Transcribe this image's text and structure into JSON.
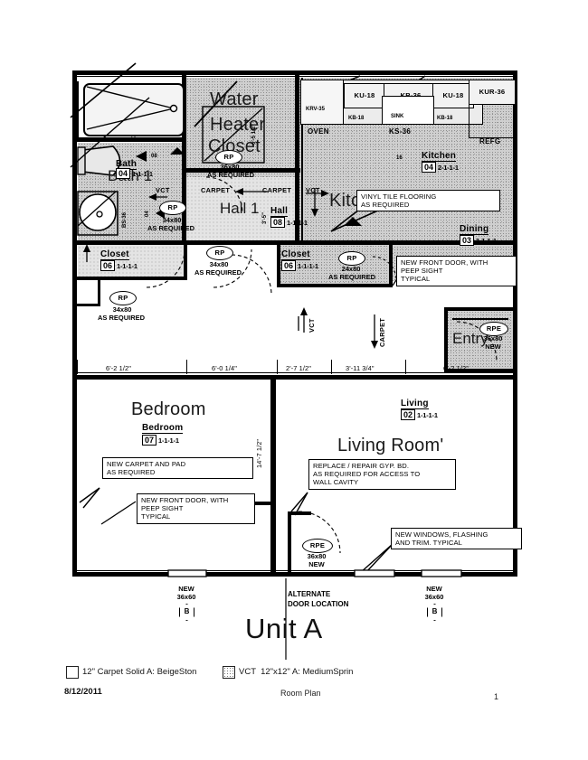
{
  "document": {
    "unit_title": "Unit A",
    "sheet_label": "Room Plan",
    "date": "8/12/2011",
    "page_number": "1"
  },
  "legend": {
    "items": [
      {
        "swatch": "carpet-swatch",
        "label": "12\" Carpet Solid A: BeigeSton"
      },
      {
        "swatch": "vct-swatch",
        "label": "VCT  12\"x12\" A: MediumSprin"
      }
    ]
  },
  "rooms": [
    {
      "name": "Water Heater Closet",
      "display": "Water\nHeater\nCloset"
    },
    {
      "name": "Bath",
      "display": "Bath 1"
    },
    {
      "name": "Hall",
      "display": "Hall 1"
    },
    {
      "name": "Kitchen and Dining",
      "display": "Kitchen & Dining"
    },
    {
      "name": "Bedroom",
      "display": "Bedroom"
    },
    {
      "name": "Living Room",
      "display": "Living Room'"
    },
    {
      "name": "Entry",
      "display": "Entry"
    }
  ],
  "room_tags": [
    {
      "name": "Bath",
      "number": "04",
      "code": "1-1-1-1"
    },
    {
      "name": "Hall",
      "number": "08",
      "code": "1-1-1-1"
    },
    {
      "name": "Kitchen",
      "number": "04",
      "code": "2-1-1-1"
    },
    {
      "name": "Dining",
      "number": "03",
      "code": "1-1-1-1"
    },
    {
      "name": "Closet",
      "number": "06",
      "code": "1-1-1-1"
    },
    {
      "name": "Closet",
      "number": "06",
      "code": "1-1-1-1"
    },
    {
      "name": "Bedroom",
      "number": "07",
      "code": "1-1-1-1"
    },
    {
      "name": "Living",
      "number": "02",
      "code": "1-1-1-1"
    }
  ],
  "notes": [
    {
      "id": "vinyl-tile",
      "text": "VINYL TILE FLOORING\nAS REQUIRED"
    },
    {
      "id": "front-door-kitchen",
      "text": "NEW FRONT DOOR, WITH\nPEEP SIGHT\nTYPICAL"
    },
    {
      "id": "new-carpet",
      "text": "NEW CARPET AND PAD\nAS REQUIRED"
    },
    {
      "id": "front-door-bedroom",
      "text": "NEW FRONT DOOR, WITH\nPEEP SIGHT\nTYPICAL"
    },
    {
      "id": "gyp-board",
      "text": "REPLACE / REPAIR GYP. BD.\nAS REQUIRED FOR ACCESS TO\nWALL CAVITY"
    },
    {
      "id": "new-windows",
      "text": "NEW WINDOWS, FLASHING\nAND TRIM. TYPICAL"
    }
  ],
  "doors": [
    {
      "tag": "RP",
      "size": "36x80",
      "status": "AS REQUIRED",
      "location": "water-heater-closet"
    },
    {
      "tag": "RP",
      "size": "34x80",
      "status": "AS REQUIRED",
      "location": "bath"
    },
    {
      "tag": "RP",
      "size": "34x80",
      "status": "AS REQUIRED",
      "location": "hall-closet"
    },
    {
      "tag": "RP",
      "size": "34x80",
      "status": "AS REQUIRED",
      "location": "bedroom-closet"
    },
    {
      "tag": "RP",
      "size": "24x80",
      "status": "AS REQUIRED",
      "location": "closet-right"
    },
    {
      "tag": "RPE",
      "size": "36x80",
      "status": "NEW",
      "location": "entry"
    },
    {
      "tag": "RPE",
      "size": "36x80",
      "status": "NEW",
      "location": "living-alternate"
    }
  ],
  "window_markers": [
    {
      "label": "NEW",
      "size": "36x60",
      "mark": "B"
    },
    {
      "label": "NEW",
      "size": "36x60",
      "mark": "B"
    }
  ],
  "alternate_door": {
    "text": "ALTERNATE\nDOOR LOCATION"
  },
  "dimensions": {
    "horizontal": [
      "6'-2 1/2\"",
      "6'-0 1/4\"",
      "2'-7 1/2\"",
      "3'-11 3/4\"",
      "6'-2 1/2\""
    ],
    "vertical": [
      "14'-7 1/2\"",
      "3'-5\"",
      "6'-5 1/2\""
    ]
  },
  "kitchen": {
    "cabinets": [
      {
        "label": "KU-18"
      },
      {
        "label": "KB-36"
      },
      {
        "label": "KU-18"
      },
      {
        "label": "KUR-36"
      },
      {
        "label": "KB-18"
      },
      {
        "label": "KB-18"
      }
    ],
    "appliances": [
      {
        "label": "OVEN"
      },
      {
        "label": "KS-36"
      },
      {
        "label": "REFG"
      },
      {
        "label": "KRV-35"
      },
      {
        "label": "SINK"
      }
    ],
    "cabinet_dim": "16"
  },
  "bath": {
    "fixture_labels": [
      "BS-36",
      "08",
      "12",
      "04"
    ],
    "tub_label": ""
  },
  "materials": [
    {
      "label": "VCT"
    },
    {
      "label": "CARPET"
    },
    {
      "label": "CARPET"
    },
    {
      "label": "VCT"
    },
    {
      "label": "CARPET"
    }
  ],
  "colors": {
    "ink": "#000000",
    "shade": "#cfcfcf",
    "paper": "#ffffff"
  }
}
